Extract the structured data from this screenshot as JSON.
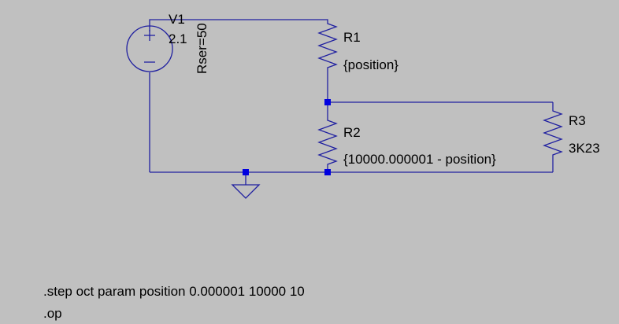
{
  "schematic": {
    "wire_color": "#2020a0",
    "node_color": "#0000e0",
    "background": "#c0c0c0",
    "components": {
      "V1": {
        "name": "V1",
        "value": "2.1",
        "param": "Rser=50"
      },
      "R1": {
        "name": "R1",
        "value": "{position}"
      },
      "R2": {
        "name": "R2",
        "value": "{10000.000001 - position}"
      },
      "R3": {
        "name": "R3",
        "value": "3K23"
      }
    },
    "directives": [
      ".step oct param position 0.000001 10000 10",
      ".op"
    ],
    "ground_icon": "ground-symbol-icon"
  }
}
